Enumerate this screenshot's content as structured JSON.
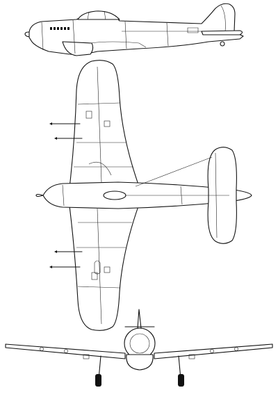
{
  "drawing": {
    "views": [
      "side-view",
      "top-view",
      "front-view"
    ],
    "colors": {
      "line": "#111111",
      "background": "#ffffff"
    }
  }
}
